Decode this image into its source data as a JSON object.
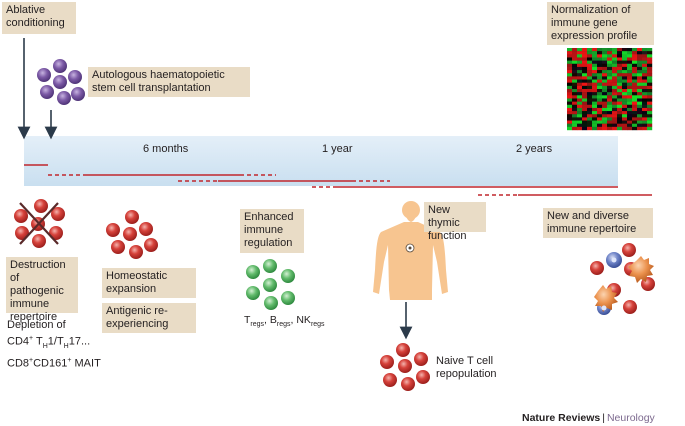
{
  "steps": {
    "ablative": "Ablative conditioning",
    "ahsct": "Autologous haematopoietic stem cell transplantation",
    "normalization": "Normalization of immune gene expression profile"
  },
  "timeline": {
    "six_months": "6 months",
    "one_year": "1 year",
    "two_years": "2 years"
  },
  "phases": {
    "destruction": "Destruction of pathogenic immune repertoire",
    "depletion_line1_prefix": "Depletion of",
    "depletion_line2": "CD4",
    "depletion_line2_sup": "+",
    "depletion_th": "T",
    "depletion_th_sub": "H",
    "depletion_th1": "1/T",
    "depletion_th17": "17...",
    "depletion_line3": "CD8",
    "depletion_line3_sup": "+",
    "depletion_cd161": "CD161",
    "depletion_cd161_sup": "+",
    "depletion_mait": " MAIT",
    "homeostatic": "Homeostatic expansion",
    "antigenic": "Antigenic re-experiencing",
    "regulation": "Enhanced immune regulation",
    "tregs_T": "T",
    "tregs_sub": "regs",
    "bregs_B": ", B",
    "bregs_sub": "regs",
    "nkregs_NK": ", NK",
    "nkregs_sub": "regs",
    "thymic": "New thymic function",
    "naive": "Naive T cell repopulation",
    "repertoire": "New and diverse immune repertoire"
  },
  "credit": {
    "publisher": "Nature Reviews",
    "separator": "|",
    "journal": "Neurology"
  },
  "colors": {
    "timeline_band": "#cfe3f2",
    "label_box": "#e9dcc6",
    "phase_line": "#c0272d",
    "stem_cell": "#7c5aa6",
    "red_cell": "#c9302c",
    "green_cell": "#5fb96b",
    "blue_cell": "#5a6fb8",
    "orange_cell": "#e8894a",
    "arrow": "#2b3a4a"
  }
}
